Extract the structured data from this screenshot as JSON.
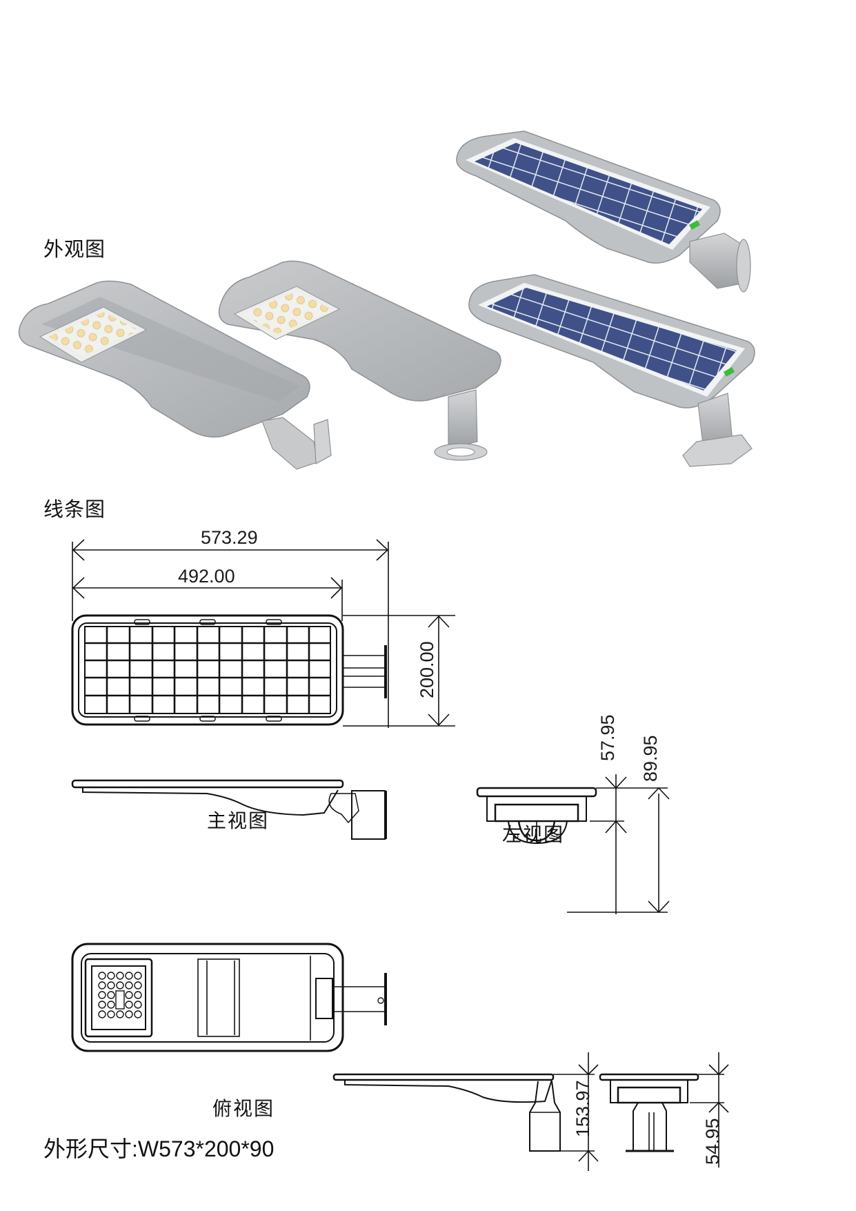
{
  "sections": {
    "appearance_title": "外观图",
    "line_drawing_title": "线条图"
  },
  "photos": [
    {
      "name": "led-lamp-wall-bracket",
      "type": "LED street lamp, underside view, side-arm bracket"
    },
    {
      "name": "led-lamp-pole-top",
      "type": "LED street lamp, underside view, pole-top bracket"
    },
    {
      "name": "solar-lamp-wall-bracket",
      "type": "Solar panel top view, side-arm bracket"
    },
    {
      "name": "solar-lamp-pole-top",
      "type": "Solar panel top view, pole-top bracket"
    }
  ],
  "views": {
    "front_view_label": "主视图",
    "left_view_label": "左视图",
    "top_view_label": "俯视图"
  },
  "dimensions": {
    "overall_length": "573.29",
    "body_length": "492.00",
    "width": "200.00",
    "left_height_small": "57.95",
    "left_height_total": "89.95",
    "pole_height_total": "153.97",
    "pole_height_small": "54.95"
  },
  "spec_line": "外形尺寸:W573*200*90",
  "colors": {
    "housing_gray": "#b9bcbe",
    "housing_dark": "#8f9295",
    "solar_blue": "#3d4f86",
    "cell_line": "#e8ecf4",
    "led_warm": "#f2d9a0",
    "indicator_green": "#3dbb3d",
    "line_black": "#111111"
  }
}
